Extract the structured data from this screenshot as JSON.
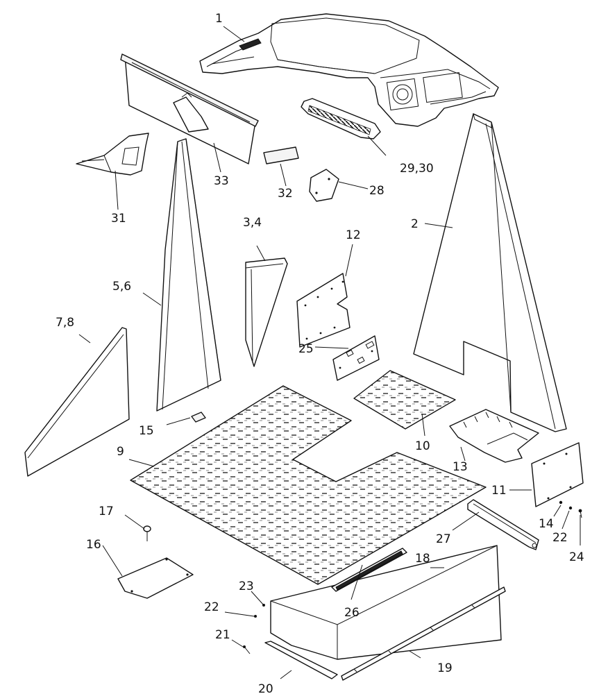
{
  "callouts": {
    "p1": "1",
    "p2": "2",
    "p3_4": "3,4",
    "p5_6": "5,6",
    "p7_8": "7,8",
    "p9": "9",
    "p10": "10",
    "p11": "11",
    "p12": "12",
    "p13": "13",
    "p14": "14",
    "p15": "15",
    "p16": "16",
    "p17": "17",
    "p18": "18",
    "p19": "19",
    "p20": "20",
    "p21": "21",
    "p22a": "22",
    "p22b": "22",
    "p23": "23",
    "p24": "24",
    "p25": "25",
    "p26": "26",
    "p27": "27",
    "p28": "28",
    "p29_30": "29,30",
    "p31": "31",
    "p32": "32",
    "p33": "33"
  }
}
